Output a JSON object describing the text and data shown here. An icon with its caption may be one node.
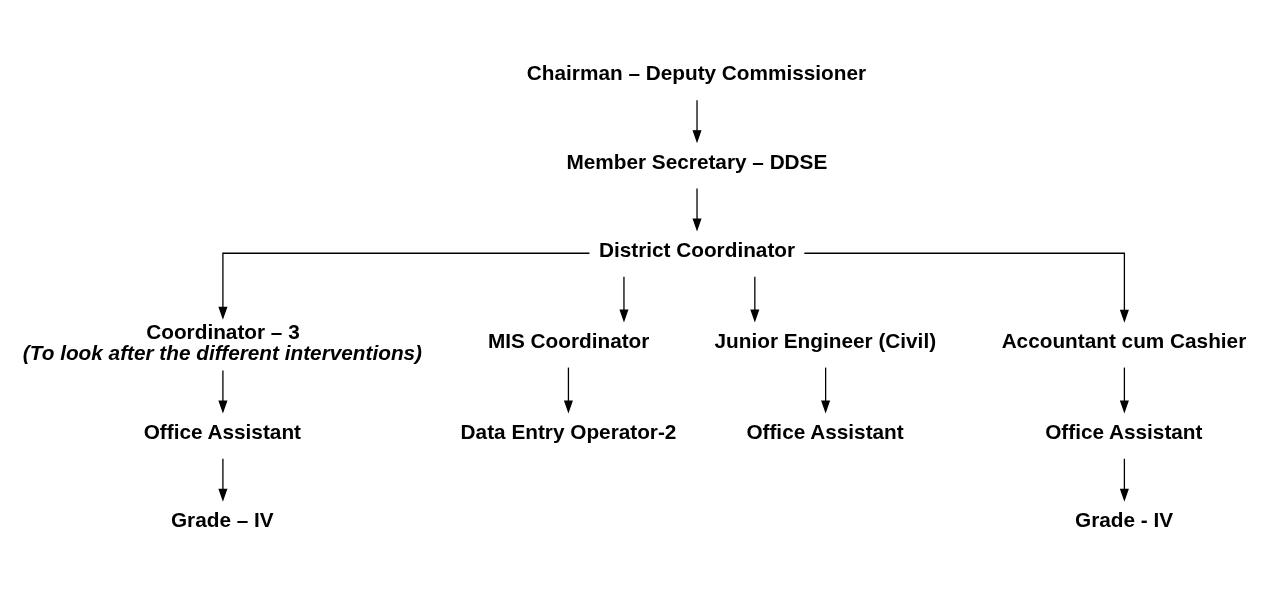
{
  "diagram": {
    "nodes": [
      {
        "text": [
          "Chairman – Deputy Commissioner"
        ]
      },
      {
        "text": [
          "Member Secretary – DDSE"
        ]
      },
      {
        "text": [
          "District Coordinator"
        ]
      },
      {
        "text": [
          "Coordinator – 3",
          "(To look after the different interventions)"
        ]
      },
      {
        "text": [
          "MIS Coordinator"
        ]
      },
      {
        "text": [
          "Junior Engineer (Civil)"
        ]
      },
      {
        "text": [
          "Accountant cum Cashier"
        ]
      },
      {
        "text": [
          "Office Assistant"
        ]
      },
      {
        "text": [
          "Grade – IV"
        ]
      },
      {
        "text": [
          "Data Entry Operator-2"
        ]
      },
      {
        "text": [
          "Office Assistant"
        ]
      },
      {
        "text": [
          "Office Assistant"
        ]
      },
      {
        "text": [
          "Grade - IV"
        ]
      }
    ],
    "edges": [
      {
        "from": 0,
        "to": 1,
        "arrow": "to"
      },
      {
        "from": 1,
        "to": 2,
        "arrow": "to"
      },
      {
        "from": 2,
        "to": 3,
        "arrow": "to"
      },
      {
        "from": 2,
        "to": 4,
        "arrow": "to"
      },
      {
        "from": 2,
        "to": 5,
        "arrow": "to"
      },
      {
        "from": 2,
        "to": 6,
        "arrow": "to"
      },
      {
        "from": 3,
        "to": 7,
        "arrow": "to"
      },
      {
        "from": 7,
        "to": 8,
        "arrow": "to"
      },
      {
        "from": 4,
        "to": 9,
        "arrow": "to"
      },
      {
        "from": 5,
        "to": 10,
        "arrow": "to"
      },
      {
        "from": 6,
        "to": 11,
        "arrow": "to"
      },
      {
        "from": 11,
        "to": 12,
        "arrow": "to"
      }
    ]
  }
}
